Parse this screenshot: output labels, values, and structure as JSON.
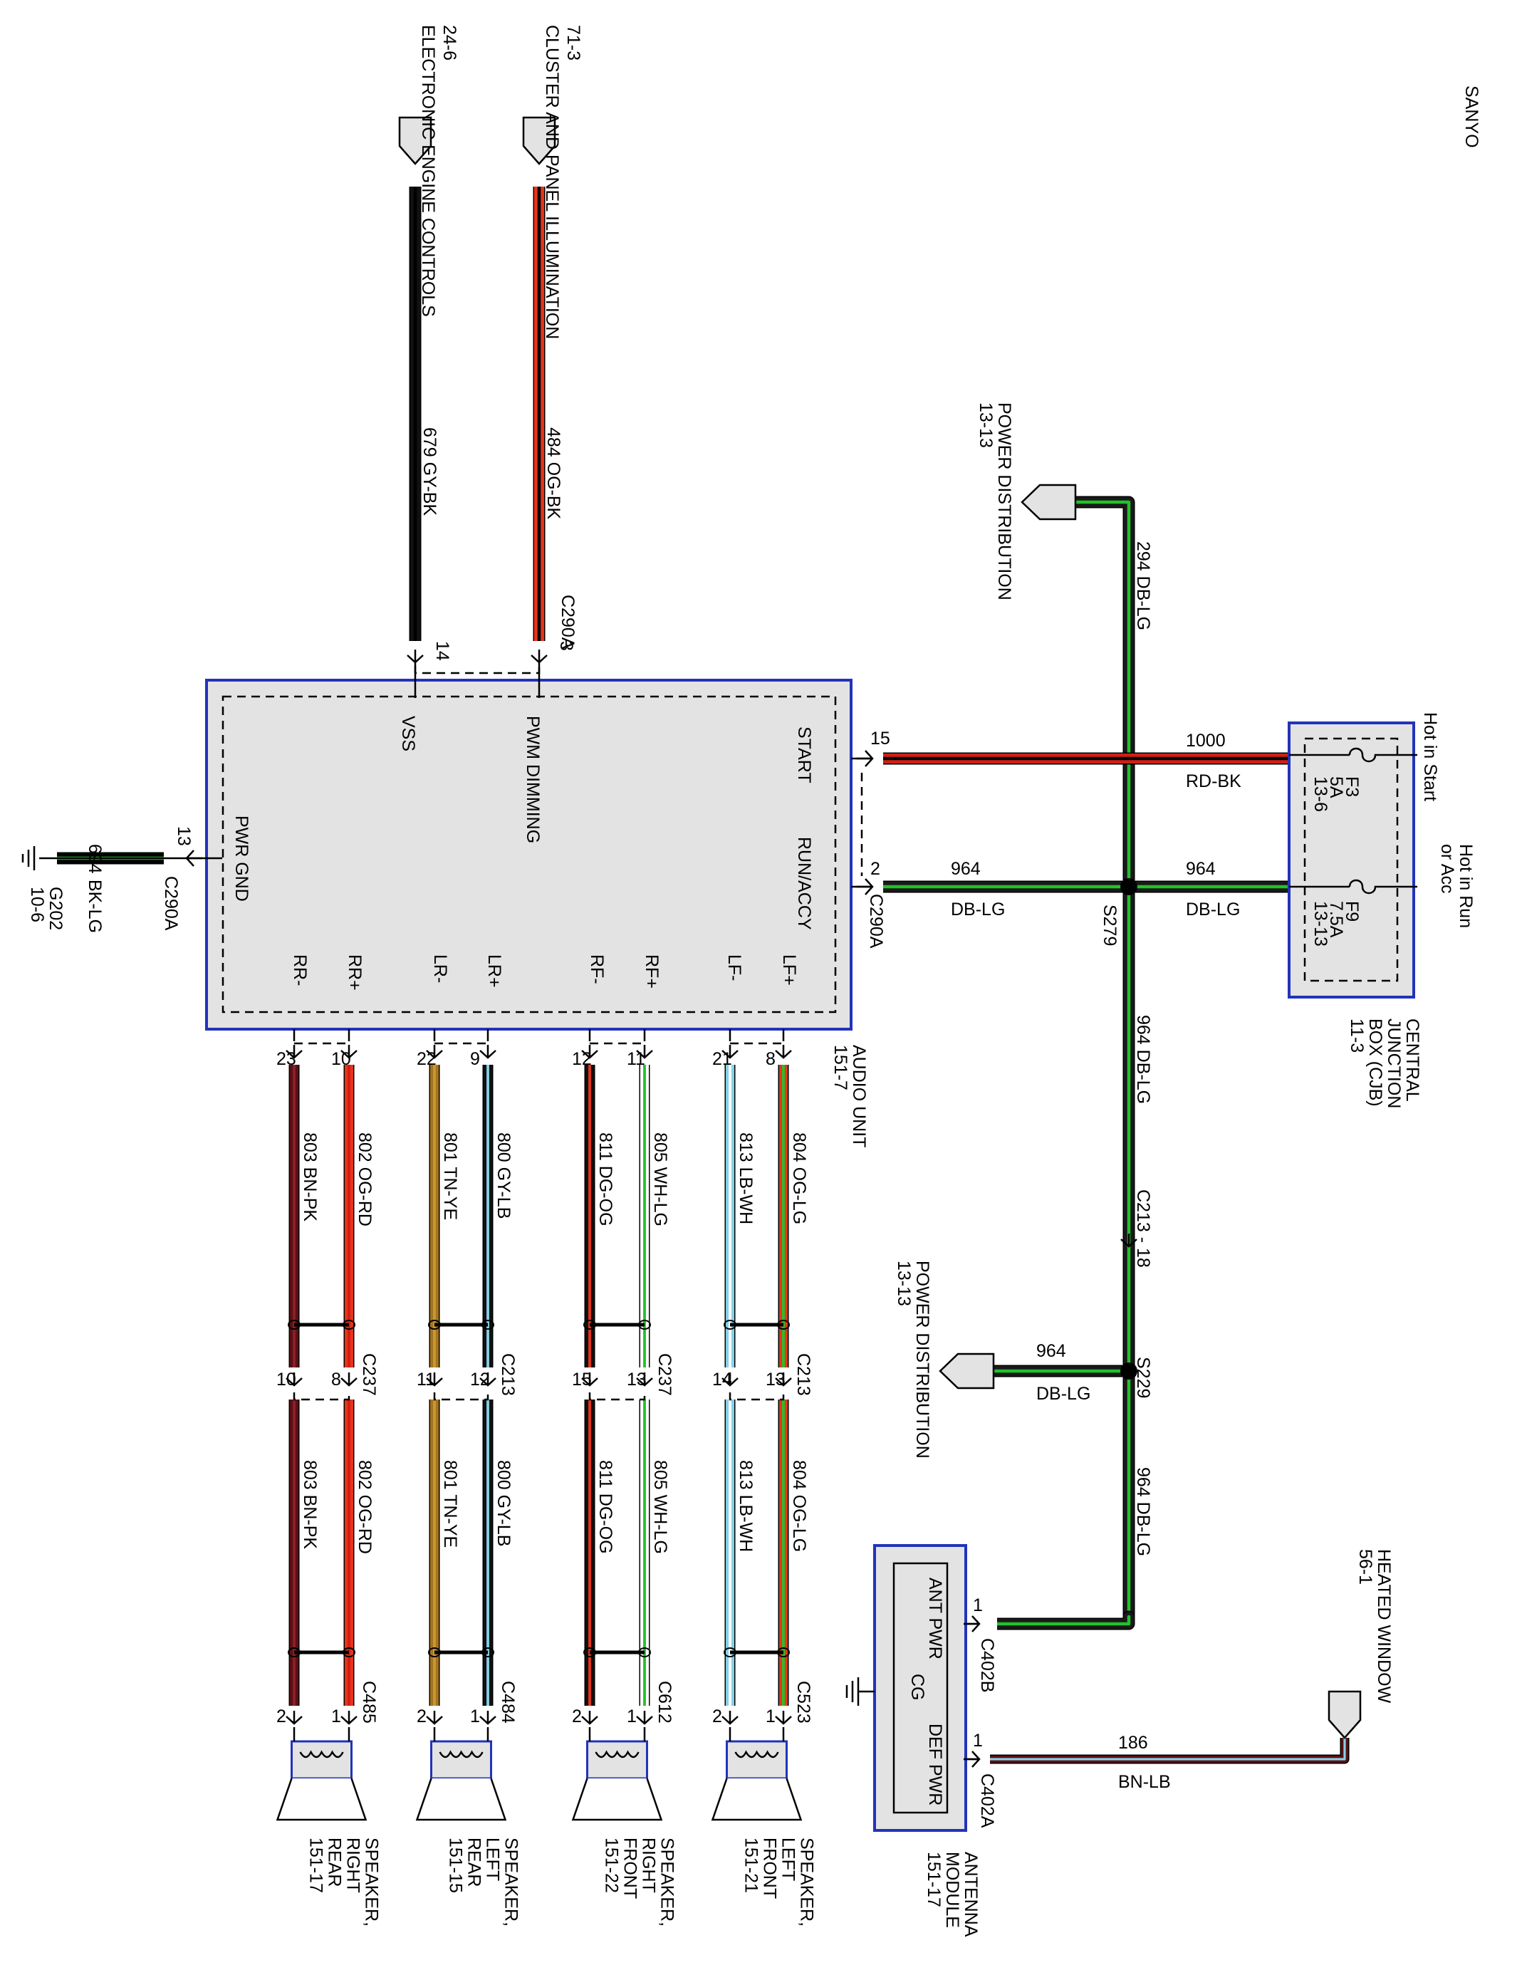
{
  "title": "SANYO",
  "colors": {
    "RD": "#d11f14",
    "BK": "#000000",
    "OG": "#e8341a",
    "DB": "#1a1a1a",
    "LG": "#22c22a",
    "GY": "#111111",
    "BN": "#5a1111",
    "PK": "#8a2030",
    "TN": "#a37323",
    "YE": "#c89a2e",
    "LB": "#86d0e8",
    "WH": "#ffffff",
    "DG": "#111111",
    "box_border": "#2233bb",
    "box_fill": "#e3e3e3"
  },
  "audio_unit": {
    "name_lines": [
      "AUDIO UNIT",
      "151-7"
    ],
    "pins": {
      "start": "START",
      "run_accy": "RUN/ACCY",
      "pwm_dimming": "PWM DIMMING",
      "vss": "VSS",
      "pwr_gnd": "PWR GND",
      "lf_plus": "LF+",
      "lf_minus": "LF-",
      "rf_plus": "RF+",
      "rf_minus": "RF-",
      "lr_plus": "LR+",
      "lr_minus": "LR-",
      "rr_plus": "RR+",
      "rr_minus": "RR-"
    },
    "connector": "C290A"
  },
  "top_sources": [
    {
      "id": "24-6",
      "label": "ELECTRONIC ENGINE CONTROLS",
      "circuit": "679",
      "color": "GY-BK",
      "pin": "14"
    },
    {
      "id": "71-3",
      "label": "CLUSTER AND PANEL ILLUMINATION",
      "circuit": "484",
      "color": "OG-BK",
      "pin": "3",
      "connector": "C290A"
    }
  ],
  "ground": {
    "circuit": "694",
    "color": "BK-LG",
    "pin": "13",
    "connector": "C290A",
    "ground_lines": [
      "G202",
      "10-6"
    ]
  },
  "cjb": {
    "name_lines": [
      "CENTRAL",
      "JUNCTION",
      "BOX (CJB)",
      "11-3"
    ],
    "hot_start_lines": [
      "Hot in Start"
    ],
    "hot_run_lines": [
      "Hot in Run",
      "or Acc"
    ],
    "f3_lines": [
      "F3",
      "5A",
      "13-6"
    ],
    "f9_lines": [
      "F9",
      "7.5A",
      "13-13"
    ]
  },
  "power": {
    "pd1_lines": [
      "POWER DISTRIBUTION",
      "13-13"
    ],
    "pd2_lines": [
      "POWER DISTRIBUTION",
      "13-13"
    ],
    "w294_circuit": "294",
    "w294_color": "DB-LG",
    "start_circuit": "1000",
    "start_color": "RD-BK",
    "start_pin": "15",
    "run_circuit": "964",
    "run_color": "DB-LG",
    "run_pin": "2",
    "run_connector": "C290A",
    "cjb964_circuit": "964",
    "cjb964_color": "DB-LG",
    "s279": "S279",
    "s229": "S229",
    "v964a_circuit": "964",
    "v964a_color": "DB-LG",
    "c213_18": "C213 - 18",
    "pd2_circuit": "964",
    "pd2_color": "DB-LG",
    "v964b_circuit": "964",
    "v964b_color": "DB-LG"
  },
  "antenna": {
    "name_lines": [
      "ANTENNA",
      "MODULE",
      "151-17"
    ],
    "ant_pwr": "ANT PWR",
    "cg": "CG",
    "def_pwr": "DEF PWR",
    "c402b": "C402B",
    "c402a": "C402A",
    "pin_ant": "1",
    "pin_def": "1",
    "heated_lines": [
      "HEATED WINDOW",
      "56-1"
    ],
    "def_circuit": "186",
    "def_color": "BN-LB"
  },
  "speaker_groups": [
    {
      "name_lines": [
        "SPEAKER,",
        "LEFT",
        "FRONT",
        "151-21"
      ],
      "mid_connector": "C213",
      "end_connector": "C523",
      "wires": [
        {
          "circuit": "804",
          "color": "OG-LG",
          "pin_unit": "8",
          "pin_mid": "13",
          "pin_spk": "1"
        },
        {
          "circuit": "813",
          "color": "LB-WH",
          "pin_unit": "21",
          "pin_mid": "14",
          "pin_spk": "2"
        }
      ]
    },
    {
      "name_lines": [
        "SPEAKER,",
        "RIGHT",
        "FRONT",
        "151-22"
      ],
      "mid_connector": "C237",
      "end_connector": "C612",
      "wires": [
        {
          "circuit": "805",
          "color": "WH-LG",
          "pin_unit": "11",
          "pin_mid": "13",
          "pin_spk": "1"
        },
        {
          "circuit": "811",
          "color": "DG-OG",
          "pin_unit": "12",
          "pin_mid": "15",
          "pin_spk": "2"
        }
      ]
    },
    {
      "name_lines": [
        "SPEAKER,",
        "LEFT",
        "REAR",
        "151-15"
      ],
      "mid_connector": "C213",
      "end_connector": "C484",
      "wires": [
        {
          "circuit": "800",
          "color": "GY-LB",
          "pin_unit": "9",
          "pin_mid": "12",
          "pin_spk": "1"
        },
        {
          "circuit": "801",
          "color": "TN-YE",
          "pin_unit": "22",
          "pin_mid": "11",
          "pin_spk": "2"
        }
      ]
    },
    {
      "name_lines": [
        "SPEAKER,",
        "RIGHT",
        "REAR",
        "151-17"
      ],
      "mid_connector": "C237",
      "end_connector": "C485",
      "wires": [
        {
          "circuit": "802",
          "color": "OG-RD",
          "pin_unit": "10",
          "pin_mid": "8",
          "pin_spk": "1"
        },
        {
          "circuit": "803",
          "color": "BN-PK",
          "pin_unit": "23",
          "pin_mid": "10",
          "pin_spk": "2"
        }
      ]
    }
  ]
}
